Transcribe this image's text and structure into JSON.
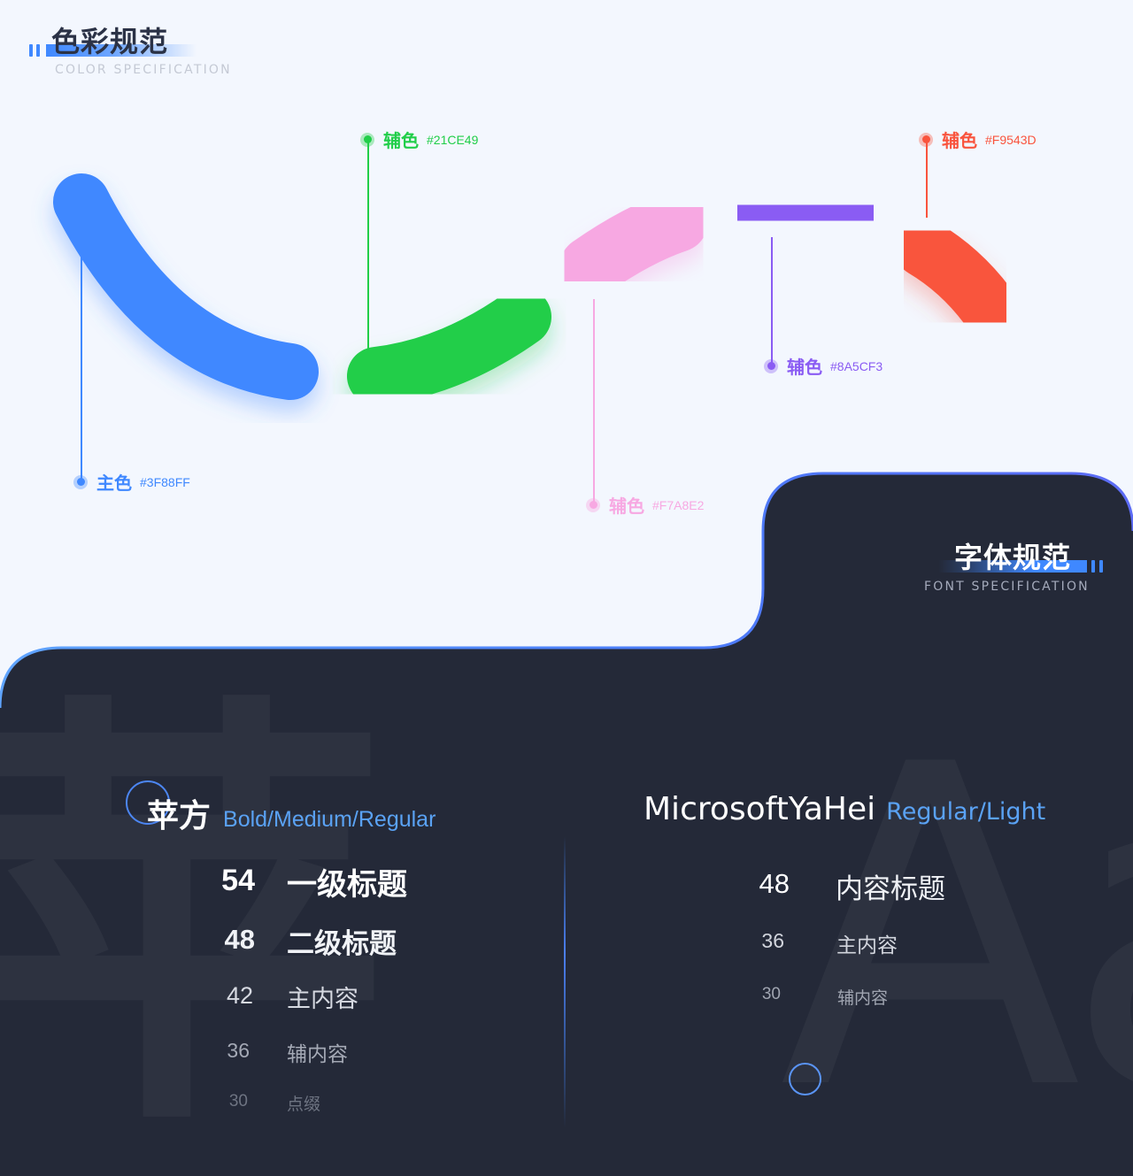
{
  "color_section": {
    "title": "色彩规范",
    "subtitle": "COLOR SPECIFICATION",
    "swatches": [
      {
        "name": "主色",
        "hex": "#3F88FF",
        "color": "#3F88FF"
      },
      {
        "name": "辅色",
        "hex": "#21CE49",
        "color": "#21CE49"
      },
      {
        "name": "辅色",
        "hex": "#F7A8E2",
        "color": "#F7A8E2"
      },
      {
        "name": "辅色",
        "hex": "#8A5CF3",
        "color": "#8A5CF3"
      },
      {
        "name": "辅色",
        "hex": "#F9543D",
        "color": "#F9543D"
      }
    ]
  },
  "font_section": {
    "title": "字体规范",
    "subtitle": "FONT SPECIFICATION",
    "background_color": "#242938",
    "accent_color": "#3F88FF",
    "left": {
      "font_name": "苹方",
      "weights": "Bold/Medium/Regular",
      "bg_glyph": "苹",
      "rows": [
        {
          "size": "54",
          "label": "一级标题"
        },
        {
          "size": "48",
          "label": "二级标题"
        },
        {
          "size": "42",
          "label": "主内容"
        },
        {
          "size": "36",
          "label": "辅内容"
        },
        {
          "size": "30",
          "label": "点缀"
        }
      ]
    },
    "right": {
      "font_name": "MicrosoftYaHei",
      "weights": "Regular/Light",
      "bg_glyph": "Aa",
      "rows": [
        {
          "size": "48",
          "label": "内容标题"
        },
        {
          "size": "36",
          "label": "主内容"
        },
        {
          "size": "30",
          "label": "辅内容"
        }
      ]
    }
  }
}
